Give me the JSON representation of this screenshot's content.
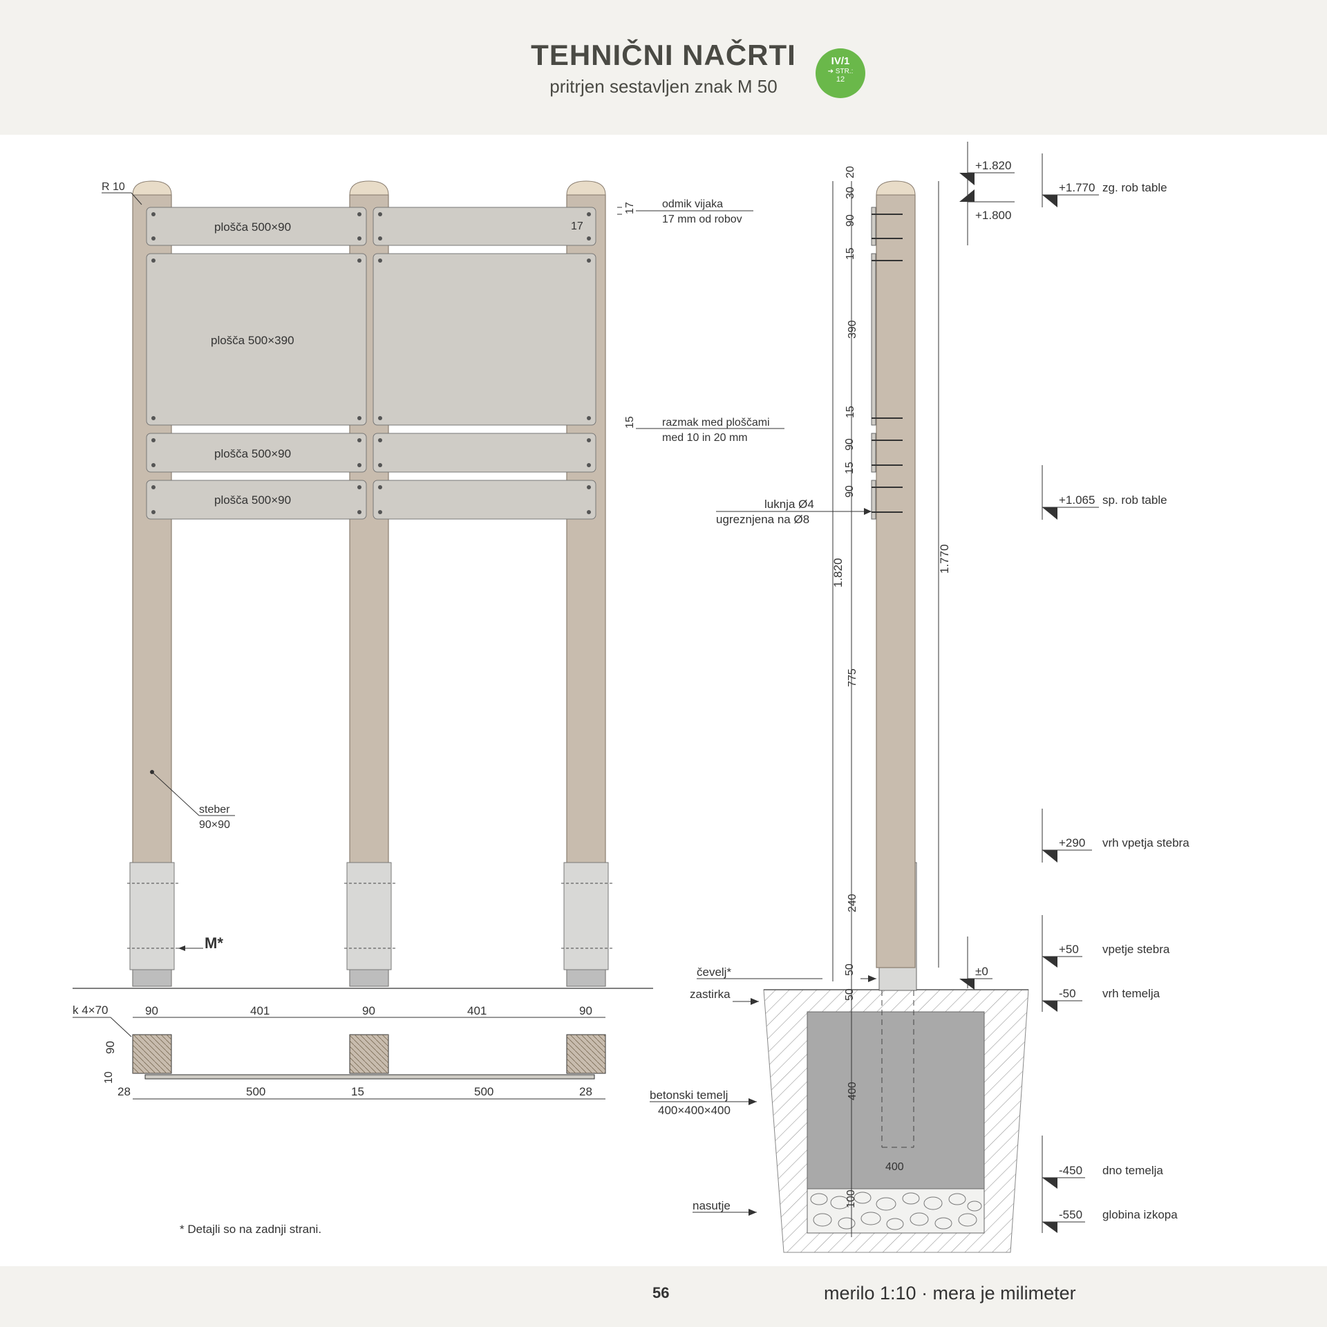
{
  "header": {
    "title": "TEHNIČNI NAČRTI",
    "subtitle": "pritrjen sestavljen znak M 50",
    "badge": {
      "code": "IV/1",
      "ref": "➔ STR.:",
      "page": "12",
      "color": "#6ab84a"
    }
  },
  "footer": {
    "page_number": "56",
    "scale_note": "merilo 1:10 · mera je milimeter"
  },
  "front_view": {
    "radius_label": "R 10",
    "screw_offset_label_1": "odmik vijaka",
    "screw_offset_label_2": "17 mm od robov",
    "screw_offset_dim": "17",
    "screw_offset_dim2": "17",
    "gap_label_1": "razmak med ploščami",
    "gap_label_2": "med 10 in 20 mm",
    "gap_dim": "15",
    "plate_top": "plošča 500×90",
    "plate_big": "plošča 500×390",
    "plate_mid": "plošča 500×90",
    "plate_low": "plošča 500×90",
    "post_label_1": "steber",
    "post_label_2": "90×90",
    "detail_mark": "M*",
    "footnote": "* Detajli so na zadnji strani."
  },
  "plan_view": {
    "screw_label": "k 4×70",
    "top_dims": [
      "90",
      "401",
      "90",
      "401",
      "90"
    ],
    "bottom_dims": [
      "28",
      "500",
      "15",
      "500",
      "28"
    ],
    "side_dim_90": "90",
    "side_dim_10": "10"
  },
  "side_view": {
    "vertical_dims": [
      "20",
      "30",
      "90",
      "15",
      "390",
      "15",
      "90",
      "15",
      "90",
      "775",
      "240",
      "50",
      "50",
      "400",
      "100"
    ],
    "total_left": "1.820",
    "total_right": "1.770",
    "hole_label_1": "luknja Ø4",
    "hole_label_2": "ugreznjena na Ø8",
    "shoe_label": "čevelj*",
    "mulch_label": "zastirka",
    "foundation_label_1": "betonski temelj",
    "foundation_label_2": "400×400×400",
    "fill_label": "nasutje",
    "width_400": "400",
    "elev_top_1": "+1.820",
    "elev_top_2": "+1.800",
    "elev_zero": "±0",
    "colors": {
      "post": "#c8bcae",
      "plate": "#cfccc6",
      "concrete": "#a9a9a9",
      "steel": "#d8d8d6"
    }
  },
  "levels": [
    {
      "value": "+1.770",
      "desc": "zg. rob table"
    },
    {
      "value": "+1.065",
      "desc": "sp. rob table"
    },
    {
      "value": "+290",
      "desc": "vrh vpetja stebra"
    },
    {
      "value": "+50",
      "desc": "vpetje stebra"
    },
    {
      "value": "-50",
      "desc": "vrh temelja"
    },
    {
      "value": "-450",
      "desc": "dno temelja"
    },
    {
      "value": "-550",
      "desc": "globina izkopa"
    }
  ]
}
